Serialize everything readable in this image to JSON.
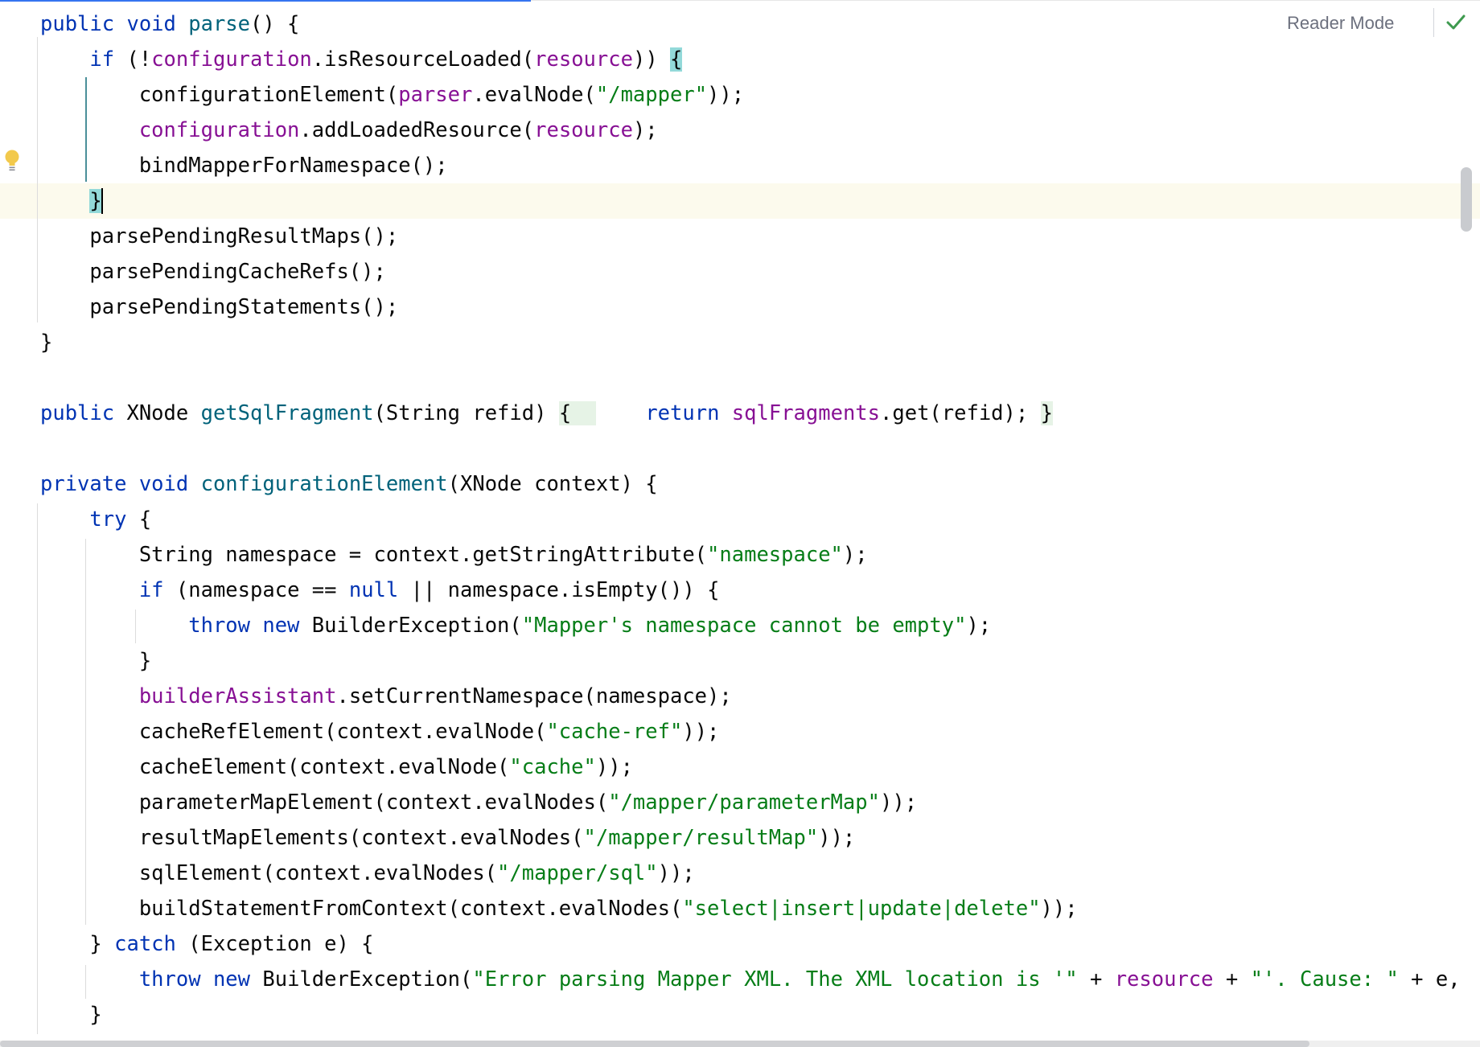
{
  "reader_mode": {
    "label": "Reader Mode"
  },
  "icons": {
    "status": "check-icon",
    "intention": "lightbulb-icon"
  },
  "colors": {
    "keyword": "#0033b3",
    "method": "#00627a",
    "field": "#871094",
    "string": "#067d17",
    "default": "#080808",
    "caret_line": "#fcfaed",
    "brace_match": "#93d9d9",
    "fold": "#e6f3e6"
  },
  "code": {
    "lines": [
      {
        "tokens": [
          {
            "t": "public void ",
            "c": "kw"
          },
          {
            "t": "parse",
            "c": "fn"
          },
          {
            "t": "() {"
          }
        ]
      },
      {
        "tokens": [
          {
            "t": "    "
          },
          {
            "t": "if",
            "c": "kw"
          },
          {
            "t": " (!"
          },
          {
            "t": "configuration",
            "c": "fld"
          },
          {
            "t": ".isResourceLoaded("
          },
          {
            "t": "resource",
            "c": "fld"
          },
          {
            "t": ")) "
          },
          {
            "t": "{",
            "c": "brace-hl"
          }
        ]
      },
      {
        "tokens": [
          {
            "t": "        configurationElement("
          },
          {
            "t": "parser",
            "c": "fld"
          },
          {
            "t": ".evalNode("
          },
          {
            "t": "\"/mapper\"",
            "c": "str"
          },
          {
            "t": "));"
          }
        ]
      },
      {
        "tokens": [
          {
            "t": "        "
          },
          {
            "t": "configuration",
            "c": "fld"
          },
          {
            "t": ".addLoadedResource("
          },
          {
            "t": "resource",
            "c": "fld"
          },
          {
            "t": ");"
          }
        ]
      },
      {
        "tokens": [
          {
            "t": "        bindMapperForNamespace();"
          }
        ]
      },
      {
        "caret": true,
        "tokens": [
          {
            "t": "    "
          },
          {
            "t": "}",
            "c": "brace-hl"
          }
        ]
      },
      {
        "tokens": [
          {
            "t": "    parsePendingResultMaps();"
          }
        ]
      },
      {
        "tokens": [
          {
            "t": "    parsePendingCacheRefs();"
          }
        ]
      },
      {
        "tokens": [
          {
            "t": "    parsePendingStatements();"
          }
        ]
      },
      {
        "tokens": [
          {
            "t": "}"
          }
        ]
      },
      {
        "tokens": [
          {
            "t": ""
          }
        ]
      },
      {
        "tokens": [
          {
            "t": "public ",
            "c": "kw"
          },
          {
            "t": "XNode "
          },
          {
            "t": "getSqlFragment",
            "c": "fn"
          },
          {
            "t": "(String refid) "
          },
          {
            "t": "{  ",
            "c": "fold-hl"
          },
          {
            "t": "    "
          },
          {
            "t": "return ",
            "c": "kw"
          },
          {
            "t": "sqlFragments",
            "c": "fld"
          },
          {
            "t": ".get(refid); "
          },
          {
            "t": "}",
            "c": "fold-hl"
          }
        ]
      },
      {
        "tokens": [
          {
            "t": ""
          }
        ]
      },
      {
        "tokens": [
          {
            "t": "private void ",
            "c": "kw"
          },
          {
            "t": "configurationElement",
            "c": "fn"
          },
          {
            "t": "(XNode context) {"
          }
        ]
      },
      {
        "tokens": [
          {
            "t": "    "
          },
          {
            "t": "try",
            "c": "kw"
          },
          {
            "t": " {"
          }
        ]
      },
      {
        "tokens": [
          {
            "t": "        String namespace = context.getStringAttribute("
          },
          {
            "t": "\"namespace\"",
            "c": "str"
          },
          {
            "t": ");"
          }
        ]
      },
      {
        "tokens": [
          {
            "t": "        "
          },
          {
            "t": "if",
            "c": "kw"
          },
          {
            "t": " (namespace == "
          },
          {
            "t": "null",
            "c": "kw"
          },
          {
            "t": " || namespace.isEmpty()) {"
          }
        ]
      },
      {
        "tokens": [
          {
            "t": "            "
          },
          {
            "t": "throw new ",
            "c": "kw"
          },
          {
            "t": "BuilderException("
          },
          {
            "t": "\"Mapper's namespace cannot be empty\"",
            "c": "str"
          },
          {
            "t": ");"
          }
        ]
      },
      {
        "tokens": [
          {
            "t": "        }"
          }
        ]
      },
      {
        "tokens": [
          {
            "t": "        "
          },
          {
            "t": "builderAssistant",
            "c": "fld"
          },
          {
            "t": ".setCurrentNamespace(namespace);"
          }
        ]
      },
      {
        "tokens": [
          {
            "t": "        cacheRefElement(context.evalNode("
          },
          {
            "t": "\"cache-ref\"",
            "c": "str"
          },
          {
            "t": "));"
          }
        ]
      },
      {
        "tokens": [
          {
            "t": "        cacheElement(context.evalNode("
          },
          {
            "t": "\"cache\"",
            "c": "str"
          },
          {
            "t": "));"
          }
        ]
      },
      {
        "tokens": [
          {
            "t": "        parameterMapElement(context.evalNodes("
          },
          {
            "t": "\"/mapper/parameterMap\"",
            "c": "str"
          },
          {
            "t": "));"
          }
        ]
      },
      {
        "tokens": [
          {
            "t": "        resultMapElements(context.evalNodes("
          },
          {
            "t": "\"/mapper/resultMap\"",
            "c": "str"
          },
          {
            "t": "));"
          }
        ]
      },
      {
        "tokens": [
          {
            "t": "        sqlElement(context.evalNodes("
          },
          {
            "t": "\"/mapper/sql\"",
            "c": "str"
          },
          {
            "t": "));"
          }
        ]
      },
      {
        "tokens": [
          {
            "t": "        buildStatementFromContext(context.evalNodes("
          },
          {
            "t": "\"select|insert|update|delete\"",
            "c": "str"
          },
          {
            "t": "));"
          }
        ]
      },
      {
        "tokens": [
          {
            "t": "    } "
          },
          {
            "t": "catch",
            "c": "kw"
          },
          {
            "t": " (Exception e) {"
          }
        ]
      },
      {
        "tokens": [
          {
            "t": "        "
          },
          {
            "t": "throw new ",
            "c": "kw"
          },
          {
            "t": "BuilderException("
          },
          {
            "t": "\"Error parsing Mapper XML. The XML location is '\"",
            "c": "str"
          },
          {
            "t": " + "
          },
          {
            "t": "resource",
            "c": "fld"
          },
          {
            "t": " + "
          },
          {
            "t": "\"'. Cause: \"",
            "c": "str"
          },
          {
            "t": " + e,"
          }
        ]
      },
      {
        "tokens": [
          {
            "t": "    }"
          }
        ]
      }
    ]
  }
}
